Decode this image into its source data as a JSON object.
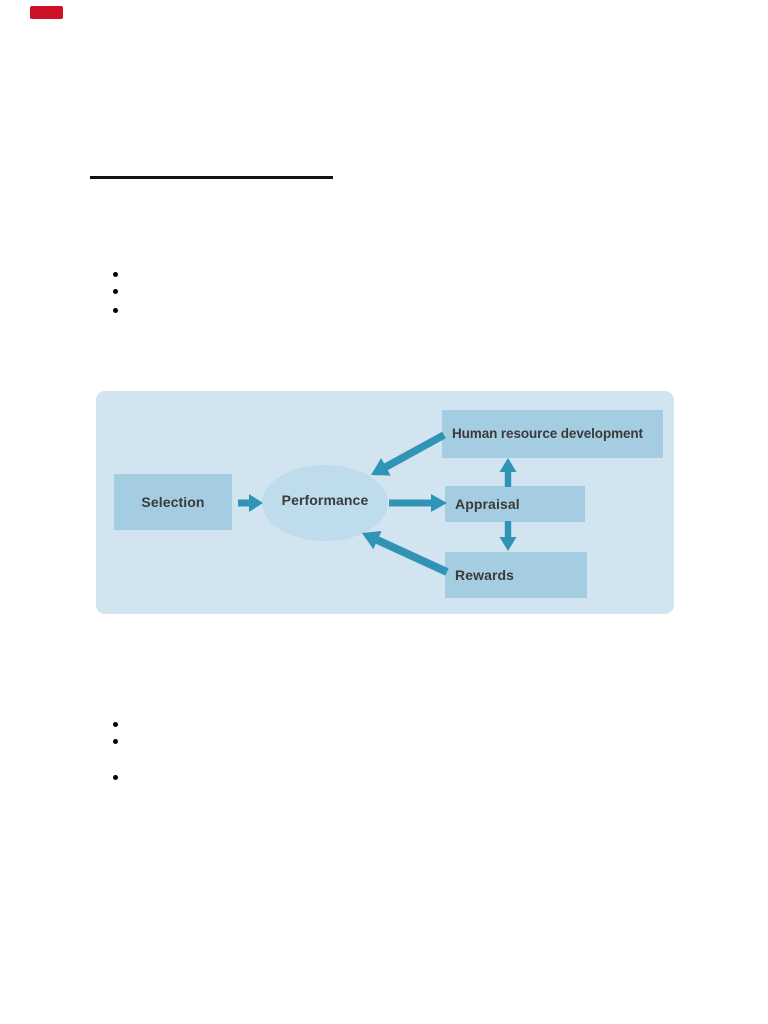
{
  "page": {
    "background": "#ffffff"
  },
  "logo_mark": {
    "color": "#cf1126"
  },
  "heading": {
    "underline_color": "#111111"
  },
  "bullets": {
    "upper_count": 3,
    "lower_count": 3,
    "color": "#000000"
  },
  "figure": {
    "panel_color": "#d2e4f0",
    "node_color": "#a5cde1",
    "ellipse_color": "#bedceb",
    "arrow_color": "#2f94b6",
    "label_color": "#3a3a3a",
    "nodes": {
      "selection": {
        "label": "Selection"
      },
      "performance": {
        "label": "Performance"
      },
      "hrd": {
        "label": "Human resource development"
      },
      "appraisal": {
        "label": "Appraisal"
      },
      "rewards": {
        "label": "Rewards"
      }
    },
    "edges": [
      {
        "from": "Selection",
        "to": "Performance",
        "direction": "single"
      },
      {
        "from": "Performance",
        "to": "Appraisal",
        "direction": "single"
      },
      {
        "from": "Appraisal",
        "to": "Human resource development",
        "direction": "single"
      },
      {
        "from": "Appraisal",
        "to": "Rewards",
        "direction": "single"
      },
      {
        "from": "Human resource development",
        "to": "Performance",
        "direction": "single"
      },
      {
        "from": "Rewards",
        "to": "Performance",
        "direction": "single"
      }
    ]
  }
}
